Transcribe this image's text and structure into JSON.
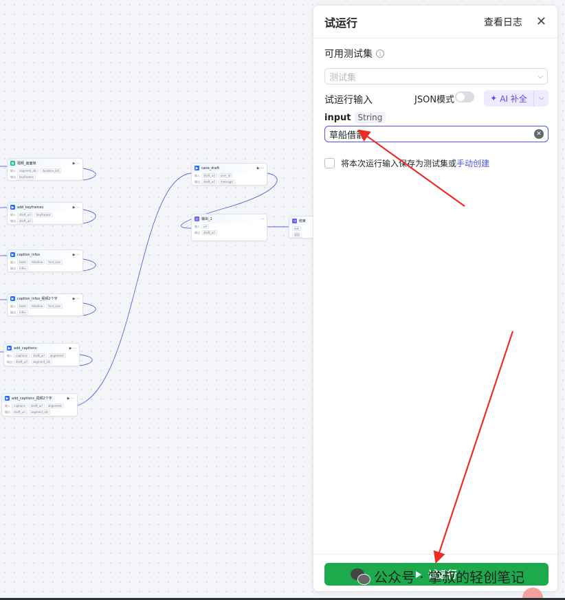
{
  "panel": {
    "title": "试运行",
    "view_log": "查看日志",
    "test_set_label": "可用测试集",
    "test_set_placeholder": "测试集",
    "run_input_label": "试运行输入",
    "json_mode_label": "JSON模式",
    "ai_complete_label": "AI 补全",
    "input_name": "input",
    "input_type": "String",
    "input_value": "草船借箭",
    "save_text": "将本次运行输入保存为测试集或",
    "manual_create": "手动创建",
    "run_button": "试运行"
  },
  "watermark": {
    "text": "公众号 · 掌叔的轻创笔记"
  },
  "workflow_nodes": [
    {
      "title": "视频_画面帧",
      "inputs": [
        "segment_ids",
        "duration_list"
      ],
      "outputs": [
        "keyframes"
      ]
    },
    {
      "title": "add_keyframes",
      "inputs": [
        "draft_url",
        "keyframes"
      ],
      "outputs": [
        "draft_url"
      ]
    },
    {
      "title": "caption_infos",
      "inputs": [
        "texts",
        "timeline",
        "font_size"
      ],
      "outputs": [
        "infos"
      ]
    },
    {
      "title": "caption_infos_视频2个字",
      "inputs": [
        "texts",
        "timeline",
        "font_size"
      ],
      "outputs": [
        "infos"
      ]
    },
    {
      "title": "add_captions",
      "inputs": [
        "captions",
        "draft_url",
        "alignment"
      ],
      "outputs": [
        "draft_url",
        "segment_ids"
      ]
    },
    {
      "title": "add_captions_视频2个字",
      "inputs": [
        "captions",
        "draft_url",
        "alignment"
      ],
      "outputs": [
        "draft_url",
        "segment_ids"
      ]
    },
    {
      "title": "save_draft",
      "inputs": [
        "draft_url",
        "user_id"
      ],
      "outputs": [
        "draft_url",
        "message"
      ]
    },
    {
      "title": "输出_1",
      "inputs": [
        "url"
      ],
      "outputs": [
        "draft_url"
      ]
    },
    {
      "title": "结束",
      "inputs": [
        "out"
      ],
      "outputs": [
        "返回"
      ]
    }
  ],
  "colors": {
    "primary": "#4d53e8",
    "run_green": "#1daa4c",
    "ai_bg": "#eeeaff",
    "arrow_red": "#ee2a24"
  }
}
